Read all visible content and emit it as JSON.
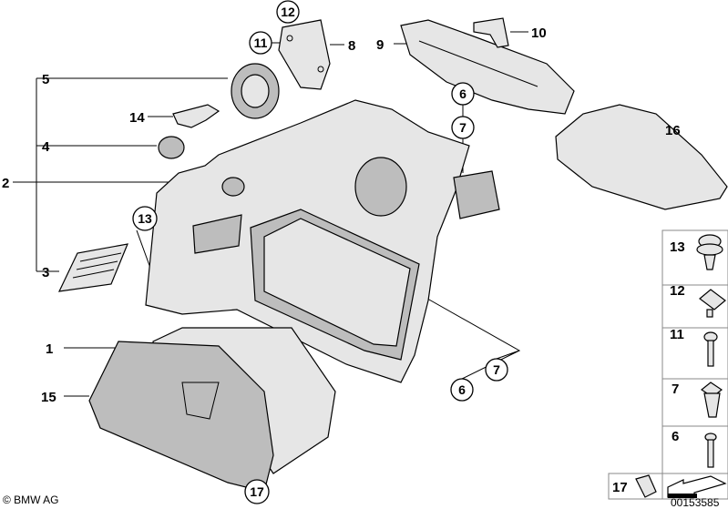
{
  "diagram": {
    "callouts": {
      "c12_top": "12",
      "c11_top": "11",
      "l8": "8",
      "l9": "9",
      "l10": "10",
      "l5": "5",
      "l4": "4",
      "l2": "2",
      "l3": "3",
      "l14": "14",
      "c6_top": "6",
      "c7_top": "7",
      "l16": "16",
      "c13": "13",
      "l1": "1",
      "l15": "15",
      "c7_bot": "7",
      "c6_bot": "6",
      "c17": "17"
    },
    "legend": [
      {
        "label": "13",
        "icon": "clip-rivet"
      },
      {
        "label": "12",
        "icon": "clip-nut"
      },
      {
        "label": "11",
        "icon": "screw"
      },
      {
        "label": "7",
        "icon": "spring-nut"
      },
      {
        "label": "6",
        "icon": "screw"
      },
      {
        "label": "17",
        "icon": "clip"
      }
    ],
    "footer": {
      "copyright": "© BMW AG",
      "code": "00153585"
    }
  }
}
